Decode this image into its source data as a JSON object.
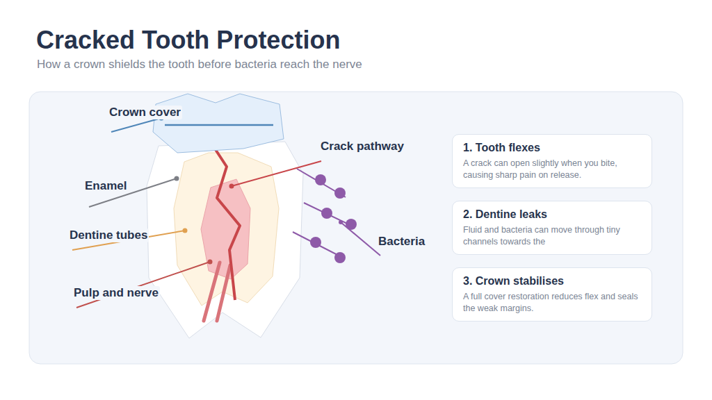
{
  "diagram": {
    "title": "Cracked Tooth Protection",
    "nodes": [
      {
        "text": [
          "1. Tooth flexes",
          "A crack can open slightly when you bite, causing sharp pain on release."
        ]
      },
      {
        "text": [
          "2. Dentine leaks",
          "Fluid and bacteria can move through tiny channels towards the"
        ]
      },
      {
        "text": [
          "3. Crown stabilises",
          "A full cover restoration reduces flex and seals the weak margins."
        ]
      }
    ],
    "labels": [
      "How a crown shields the tooth before bacteria reach the nerve",
      "Crown cover",
      "Enamel",
      "Dentine tubes",
      "Pulp and nerve",
      "Crack pathway",
      "Bacteria"
    ]
  }
}
